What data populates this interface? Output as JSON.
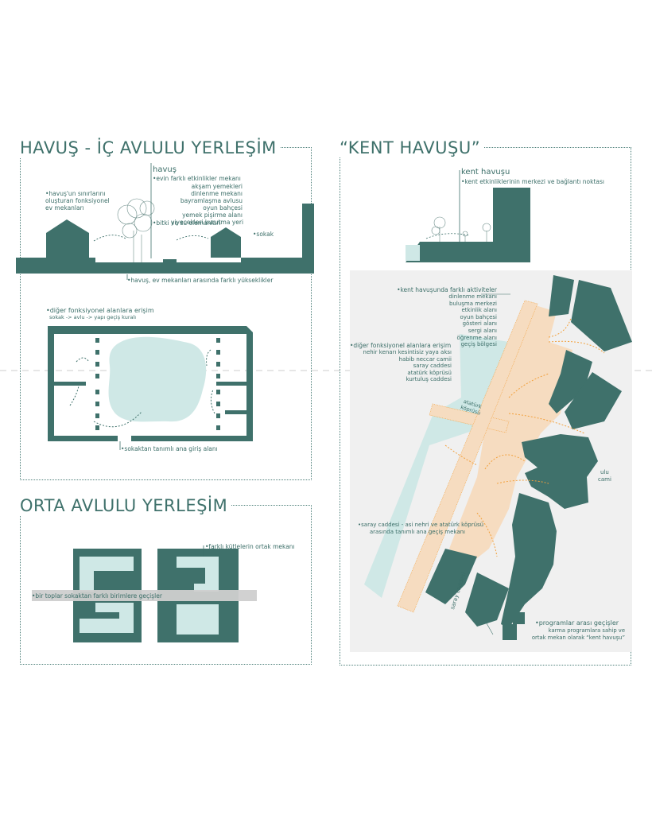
{
  "colors": {
    "dark_green": "#3f716b",
    "light_blue": "#cfe8e6",
    "peach": "#f6dcc0",
    "orange_arrow": "#f2a03c",
    "grey_bar": "#cfcfcf"
  },
  "havus_panel": {
    "title": "HAVUŞ - İÇ AVLULU YERLEŞİM",
    "section": {
      "havus_title": "havuş",
      "havus_sub": "•evin farklı etkinlikler mekanı",
      "havus_items": [
        "akşam yemekleri",
        "dinlenme mekanı",
        "bayramlaşma avlusu",
        "oyun bahçesi",
        "yemek pişirme alanı",
        "yiyecekleri kurutma yeri"
      ],
      "bitki": "•bitki ve su elemanları",
      "sinir_lines": [
        "•havuş'un sınırlarını",
        "oluşturan fonksiyonel",
        "ev mekanları"
      ],
      "sokak": "•sokak",
      "yukseklik": "•havuş, ev mekanları arasında farklı yükseklikler"
    },
    "plan": {
      "erisim": "•diğer fonksiyonel alanlara erişim",
      "erisim_sub": "sokak -> avlu -> yapı geçiş kuralı",
      "giris": "•sokaktan tanımlı ana giriş alanı"
    }
  },
  "orta_panel": {
    "title": "ORTA AVLULU YERLEŞİM",
    "kutle": "•farklı kütlelerin ortak mekanı",
    "gecis": "•bir toplar sokaktan farklı birimlere geçişler"
  },
  "kent_panel": {
    "title": "“KENT HAVUŞU”",
    "section": {
      "kent_title": "kent havuşu",
      "kent_sub": "•kent etkinliklerinin merkezi ve bağlantı noktası"
    },
    "aktivite_title": "•kent havuşunda farklı aktiviteler",
    "aktivite_items": [
      "dinlenme mekanı",
      "buluşma merkezi",
      "etkinlik alanı",
      "oyun bahçesi",
      "gösteri alanı",
      "sergi alanı",
      "öğrenme alanı",
      "geçiş bölgesi"
    ],
    "erisim_title": "•diğer fonksiyonel alanlara erişim",
    "erisim_items": [
      "nehir kenarı kesintisiz yaya aksı",
      "habib neccar camii",
      "saray caddesi",
      "atatürk köprüsü",
      "kurtuluş caddesi"
    ],
    "kopru_lines": [
      "atatürk",
      "köprüsü"
    ],
    "ulu_cami_lines": [
      "ulu",
      "cami"
    ],
    "saray_title": "•saray caddesi - asi nehri ve atatürk köprüsü",
    "saray_sub": "arasında tanımlı ana geçiş mekanı",
    "saray_caddesi": "saray caddesi",
    "program_title": "•programlar arası geçişler",
    "program_sub": [
      "karma programlara sahip ve",
      "ortak mekan olarak “kent havuşu”"
    ]
  }
}
